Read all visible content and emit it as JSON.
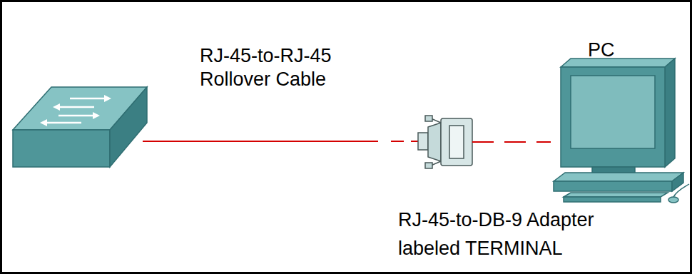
{
  "diagram": {
    "nodes": [
      {
        "text": [
          "RJ-45-to-DB-9 Adapter labeled TERMINAL"
        ]
      },
      {
        "text": [
          "PC"
        ]
      }
    ],
    "edges": [
      {
        "from": 0,
        "to": 1,
        "arrow": "none"
      }
    ],
    "labels": [
      "RJ-45-to-RJ-45 Rollover Cable"
    ]
  }
}
